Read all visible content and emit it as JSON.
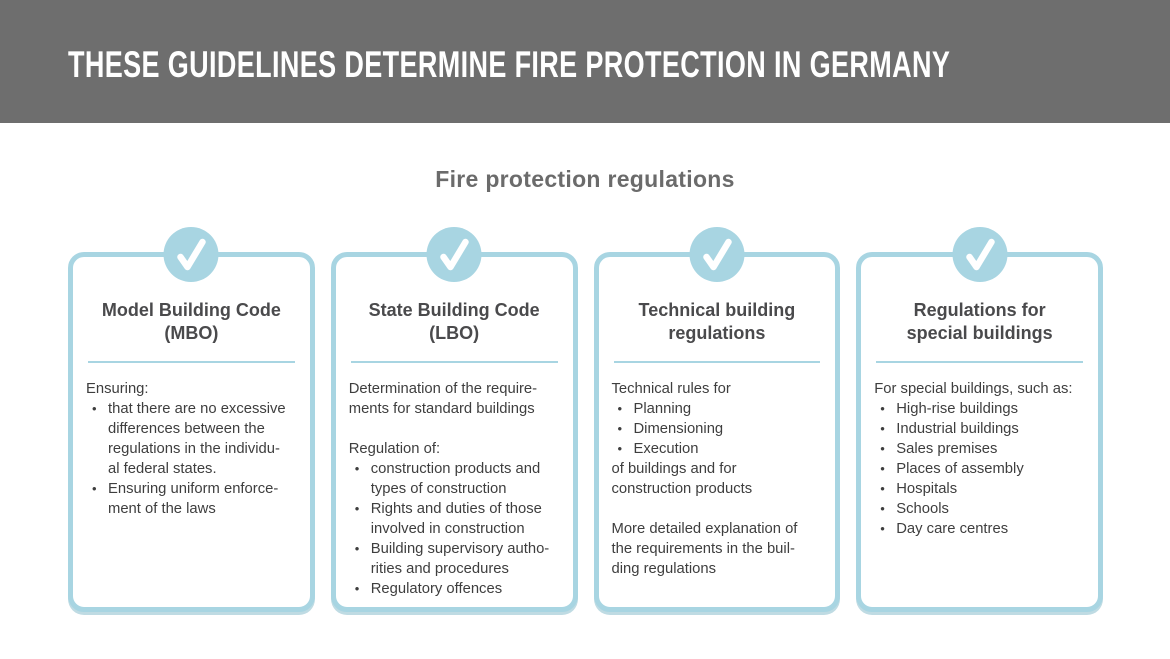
{
  "header": {
    "title": "THESE GUIDELINES DETERMINE FIRE PROTECTION IN GERMANY"
  },
  "section_title": "Fire protection regulations",
  "colors": {
    "header_bg": "#6e6e6e",
    "accent_blue": "#a8d5e2",
    "section_title_color": "#6b6b6b",
    "card_title_color": "#4a4a4c",
    "body_text_color": "#3e3e3e"
  },
  "icons": {
    "card_badge": "checkmark-icon"
  },
  "cards": [
    {
      "title": "Model Building Code\n(MBO)",
      "sections": [
        {
          "type": "paragraph",
          "text": "Ensuring:"
        },
        {
          "type": "bullets",
          "items": [
            "that there are no excessive\ndifferences between the\nregulations in the individu-\nal federal states.",
            "Ensuring uniform enforce-\nment of the laws"
          ]
        }
      ]
    },
    {
      "title": "State Building Code\n(LBO)",
      "sections": [
        {
          "type": "paragraph",
          "text": "Determination of the require-\nments for standard buildings"
        },
        {
          "type": "paragraph",
          "gap_before": true,
          "text": "Regulation of:"
        },
        {
          "type": "bullets",
          "items": [
            "construction products and\ntypes of construction",
            "Rights and duties of those\ninvolved in construction",
            "Building supervisory autho-\nrities and procedures",
            "Regulatory offences"
          ]
        }
      ]
    },
    {
      "title": "Technical building\nregulations",
      "sections": [
        {
          "type": "paragraph",
          "text": "Technical rules for"
        },
        {
          "type": "bullets",
          "items": [
            "Planning",
            "Dimensioning",
            "Execution"
          ]
        },
        {
          "type": "paragraph",
          "text": "of buildings and for\nconstruction products"
        },
        {
          "type": "paragraph",
          "gap_before": true,
          "text": "More detailed explanation of\nthe requirements in the buil-\nding regulations"
        }
      ]
    },
    {
      "title": "Regulations for\nspecial buildings",
      "sections": [
        {
          "type": "paragraph",
          "text": "For special buildings, such as:"
        },
        {
          "type": "bullets",
          "items": [
            "High-rise buildings",
            "Industrial buildings",
            "Sales premises",
            "Places of assembly",
            "Hospitals",
            "Schools",
            "Day care centres"
          ]
        }
      ]
    }
  ]
}
